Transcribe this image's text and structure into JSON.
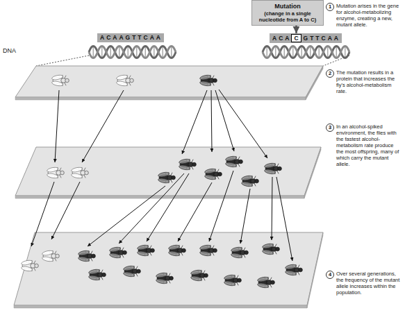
{
  "diagram": {
    "nodes": [
      {
        "text": [
          "Mutation",
          "(change in a single nucleotide from A to C)"
        ]
      },
      {
        "text": [
          "ACAAGTTCAA"
        ]
      },
      {
        "text": [
          "ACA",
          "GTTCAA"
        ]
      },
      {
        "text": [
          "C"
        ],
        "in": 2
      },
      {
        "text": [
          "1",
          "Mutation arises in the gene for alcohol-metabolizing enzyme, creating a new, mutant allele."
        ]
      },
      {
        "text": [
          "2",
          "The mutation results in a protein that increases the fly's alcohol-metabolism rate."
        ]
      },
      {
        "text": [
          "3",
          "In an alcohol-spiked environment, the flies with the fastest alcohol-metabolism rate produce the most offspring, many of which carry the mutant allele."
        ]
      },
      {
        "text": [
          "4",
          "Over several generations, the frequency of the mutant allele increases within the population."
        ]
      }
    ],
    "edges": [
      {
        "from": 0,
        "to": 3,
        "arrow": "to"
      }
    ],
    "labels": [
      "DNA"
    ]
  }
}
